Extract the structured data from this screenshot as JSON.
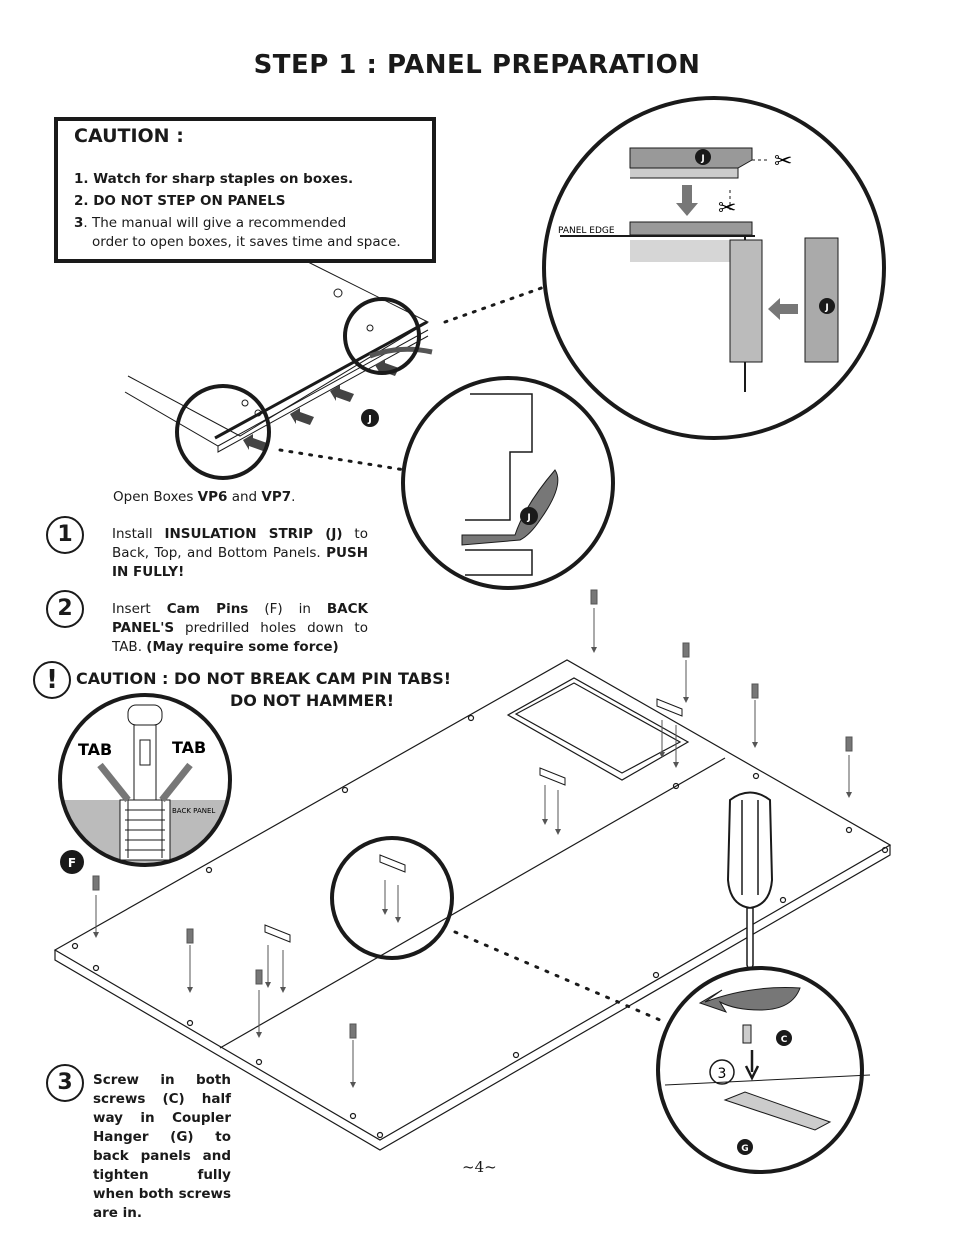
{
  "title": "STEP 1 : PANEL PREPARATION",
  "caution": {
    "heading": "CAUTION :",
    "item1": "1. Watch for sharp staples on boxes.",
    "item2": "2. DO NOT STEP ON PANELS",
    "item3_num": "3",
    "item3_line1": ". The manual will give a recommended",
    "item3_line2": "order to open boxes, it saves time and space."
  },
  "open_boxes": {
    "prefix": "Open Boxes ",
    "box1": "VP6",
    "mid": " and ",
    "box2": "VP7",
    "suffix": "."
  },
  "steps": [
    {
      "number": "1",
      "pre": "Install ",
      "bold1": "INSULATION STRIP (J)",
      "mid": " to Back, Top, and Bottom Panels. ",
      "bold2": "PUSH IN FULLY!"
    },
    {
      "number": "2",
      "pre": "Insert ",
      "bold1": "Cam Pins",
      "mid": " (F) in ",
      "bold2": "BACK PANEL'S",
      "mid2": " predrilled holes down to TAB. ",
      "bold3": "(May require some force)"
    },
    {
      "number": "3",
      "bold": "Screw in both screws (C) half way in Coupler Hanger (G) to back panels and tighten fully when both screws are in."
    }
  ],
  "caution2": {
    "icon": "!",
    "line1": "CAUTION : DO NOT BREAK CAM PIN TABS!",
    "line2": "DO NOT HAMMER!"
  },
  "labels": {
    "panel_edge": "PANEL EDGE",
    "j": "J",
    "tab_left": "TAB",
    "tab_right": "TAB",
    "back_panel": "BACK PANEL",
    "f": "F",
    "c": "C",
    "g": "G",
    "three": "3"
  },
  "page_number": "~4~"
}
